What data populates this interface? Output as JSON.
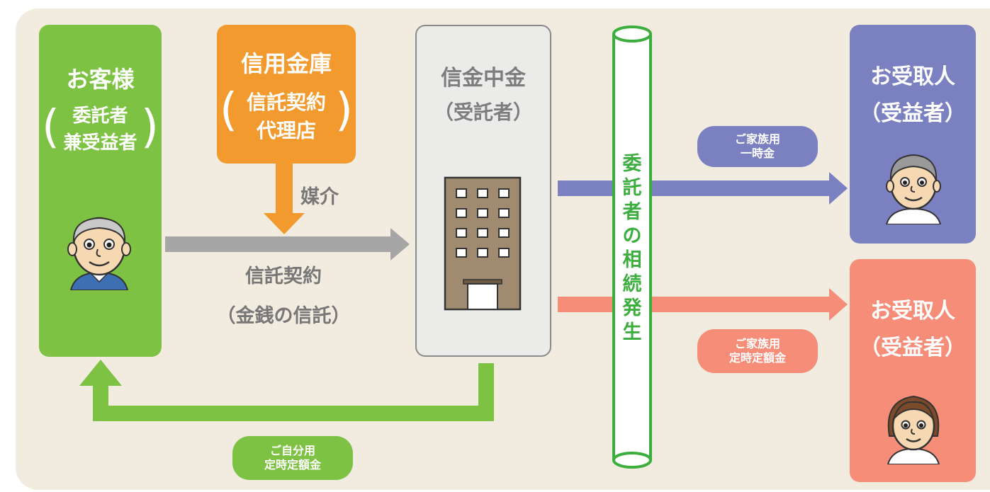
{
  "customer": {
    "name": "お客様",
    "role_line1": "委託者",
    "role_line2": "兼受益者"
  },
  "agent": {
    "name": "信用金庫",
    "role_line1": "信託契約",
    "role_line2": "代理店"
  },
  "trustee": {
    "name": "信金中金",
    "role": "（受託者）"
  },
  "mediation_label": "媒介",
  "contract": {
    "line1": "信託契約",
    "line2": "（金銭の信託）"
  },
  "inheritance_event": "委託者の相続発生",
  "recipient_1": {
    "name": "お受取人",
    "role": "（受益者）"
  },
  "recipient_2": {
    "name": "お受取人",
    "role": "（受益者）"
  },
  "pill_family_lump": {
    "line1": "ご家族用",
    "line2": "一時金"
  },
  "pill_family_periodic": {
    "line1": "ご家族用",
    "line2": "定時定額金"
  },
  "pill_self_periodic": {
    "line1": "ご自分用",
    "line2": "定時定額金"
  },
  "colors": {
    "background": "#f2ebe0",
    "green": "#7dc242",
    "orange": "#f29a2e",
    "gray_arrow": "#a6a6a6",
    "purple": "#7b80c0",
    "salmon": "#f58d78",
    "inheritance_green": "#3cae3e"
  },
  "icons": [
    "elderly-man-icon",
    "office-building-icon",
    "woman-icon"
  ]
}
